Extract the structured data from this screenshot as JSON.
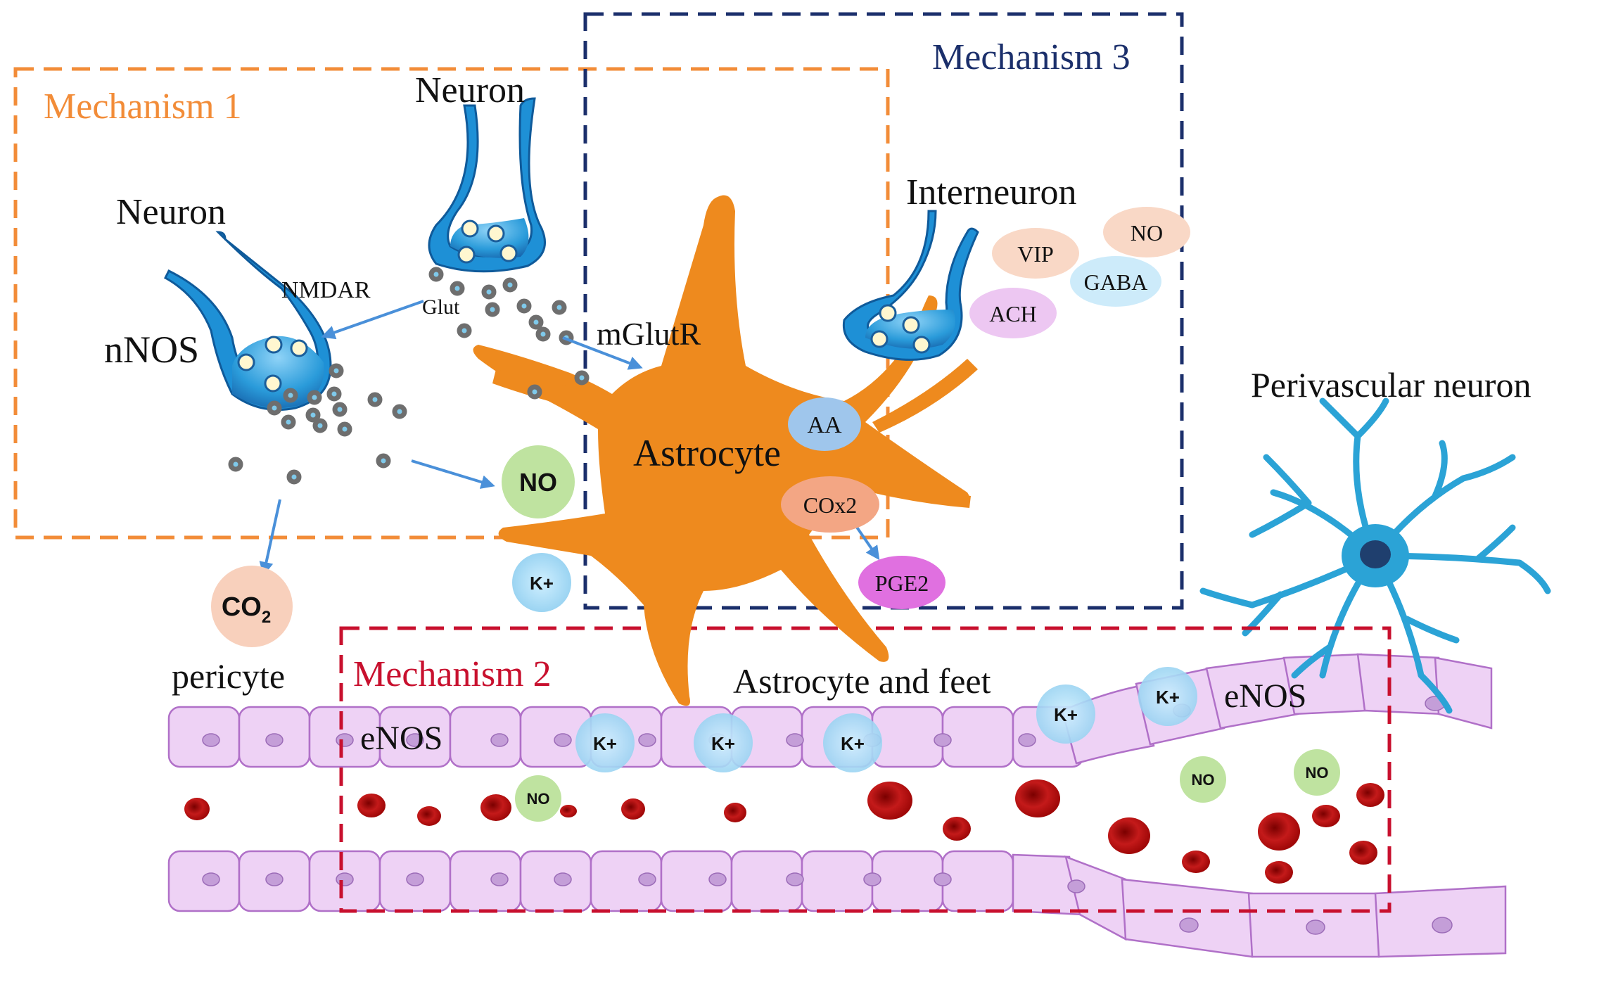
{
  "mechanisms": {
    "m1": {
      "label": "Mechanism 1",
      "color": "#F28C38"
    },
    "m2": {
      "label": "Mechanism 2",
      "color": "#C8102E"
    },
    "m3": {
      "label": "Mechanism 3",
      "color": "#1B2F6B"
    }
  },
  "labels": {
    "neuron_top": "Neuron",
    "neuron_left": "Neuron",
    "nmdar": "NMDAR",
    "nnos": "nNOS",
    "glut": "Glut",
    "mglutr": "mGlutR",
    "interneuron": "Interneuron",
    "astrocyte": "Astrocyte",
    "perivascular_neuron": "Perivascular neuron",
    "pericyte": "pericyte",
    "astrocyte_and_feet": "Astrocyte and feet",
    "enos_left": "eNOS",
    "enos_right": "eNOS"
  },
  "molecules": {
    "no_main": "NO",
    "co2_main": "CO",
    "co2_sub": "2",
    "k_plus": "K+",
    "aa": "AA",
    "cox2": "COx2",
    "pge2": "PGE2",
    "vip": "VIP",
    "no_interneuron": "NO",
    "gaba": "GABA",
    "ach": "ACH",
    "no_vessel": "NO"
  },
  "colors": {
    "neuron_blue": "#1E90D6",
    "astrocyte_orange": "#EE8A1E",
    "perivascular_blue": "#2BA3D6",
    "endothelium_pink": "#EED2F5",
    "rbc_red": "#B01010",
    "no_green": "#BFE3A0",
    "k_blue": "#A8DCF5",
    "co2_peach": "#F8D0BC",
    "pge2_magenta": "#E070E0",
    "arrow_blue": "#4A90D9"
  }
}
